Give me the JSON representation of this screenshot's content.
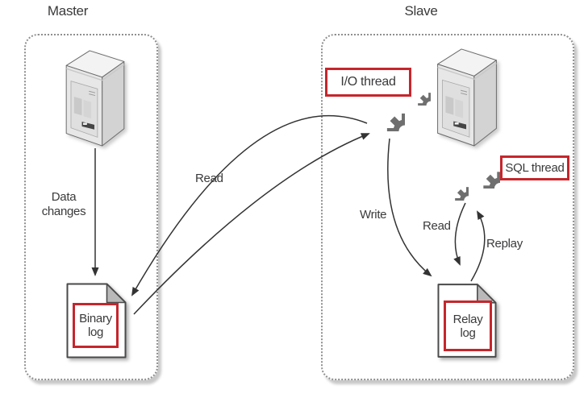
{
  "master": {
    "title": "Master",
    "data_changes": {
      "line1": "Data",
      "line2": "changes"
    },
    "binary_log": {
      "line1": "Binary",
      "line2": "log"
    }
  },
  "slave": {
    "title": "Slave",
    "io_thread_label": "I/O thread",
    "sql_thread_label": "SQL thread",
    "relay_log": {
      "line1": "Relay",
      "line2": "log"
    }
  },
  "arrows": {
    "read_binlog_label": "Read",
    "write_label": "Write",
    "read_relay_label": "Read",
    "replay_label": "Replay"
  },
  "icons": {
    "server": "server-tower-icon",
    "gear": "gear-icon",
    "document": "document-page-icon"
  },
  "colors": {
    "highlight_red": "#c5262c",
    "gear_gray": "#6f6f6f",
    "arrow_black": "#333333",
    "dotted_border_gray": "#8f8f8f"
  }
}
